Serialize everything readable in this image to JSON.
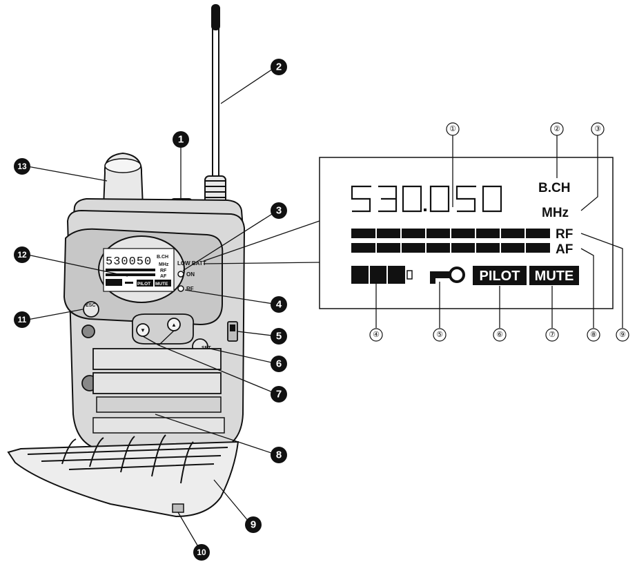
{
  "lcd": {
    "frequency": "530.050",
    "label_bch": "B.CH",
    "label_mhz": "MHz",
    "label_rf": "RF",
    "label_af": "AF",
    "label_pilot": "PILOT",
    "label_mute": "MUTE"
  },
  "device": {
    "lcd_frequency": "530050",
    "lcd_bch": "B.CH",
    "lcd_mhz": "MHz",
    "lcd_rf": "RF",
    "lcd_af": "AF",
    "lcd_pilot": "PILOT",
    "lcd_mute": "MUTE",
    "label_lowbatt": "LOW BATT",
    "label_on": "ON",
    "label_rf": "RF",
    "button_esc": "ESC",
    "button_set": "SET",
    "button_down": "▼",
    "button_up": "▲"
  },
  "device_callouts": [
    "1",
    "2",
    "3",
    "4",
    "5",
    "6",
    "7",
    "8",
    "9",
    "10",
    "11",
    "12",
    "13"
  ],
  "lcd_callouts": [
    "①",
    "②",
    "③",
    "④",
    "⑤",
    "⑥",
    "⑦",
    "⑧",
    "⑨"
  ]
}
